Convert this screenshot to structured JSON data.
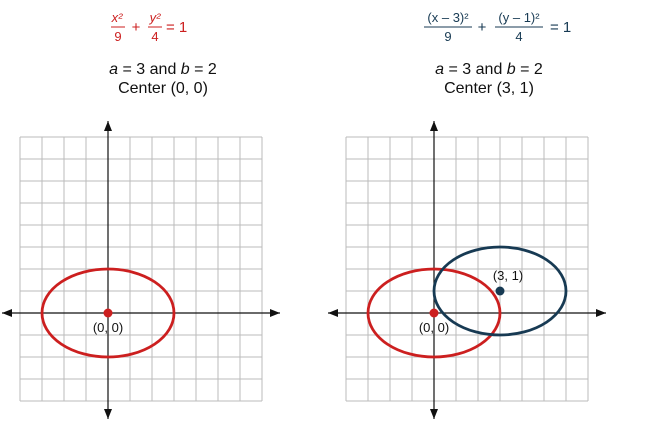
{
  "colors": {
    "red": "#cc1f1f",
    "navy": "#173a53",
    "grid": "#bbbbbb",
    "axis": "#111111"
  },
  "left": {
    "equation": {
      "term1_num": "x²",
      "term1_den": "9",
      "plus": "+",
      "term2_num": "y²",
      "term2_den": "4",
      "equals": "= 1"
    },
    "ab_text": {
      "a": "a",
      "eq1": " = 3 and ",
      "b": "b",
      "eq2": " = 2"
    },
    "center_text": "Center  (0, 0)",
    "point_label": "(0, 0)"
  },
  "right": {
    "equation": {
      "term1_num": "(x – 3)²",
      "term1_den": "9",
      "plus": "+",
      "term2_num": "(y – 1)²",
      "term2_den": "4",
      "equals": "= 1"
    },
    "ab_text": {
      "a": "a",
      "eq1": " = 3 and ",
      "b": "b",
      "eq2": " = 2"
    },
    "center_text": "Center  (3, 1)",
    "origin_label": "(0, 0)",
    "point_label": "(3, 1)"
  },
  "chart_data": [
    {
      "type": "diagram",
      "grid": true,
      "xlim": [
        -4,
        7
      ],
      "ylim": [
        -4,
        8
      ],
      "ellipses": [
        {
          "h": 0,
          "k": 0,
          "a": 3,
          "b": 2,
          "color": "#cc1f1f"
        }
      ],
      "points": [
        {
          "x": 0,
          "y": 0,
          "label": "(0, 0)",
          "color": "#cc1f1f"
        }
      ]
    },
    {
      "type": "diagram",
      "grid": true,
      "xlim": [
        -4,
        7
      ],
      "ylim": [
        -4,
        8
      ],
      "ellipses": [
        {
          "h": 0,
          "k": 0,
          "a": 3,
          "b": 2,
          "color": "#cc1f1f"
        },
        {
          "h": 3,
          "k": 1,
          "a": 3,
          "b": 2,
          "color": "#173a53"
        }
      ],
      "points": [
        {
          "x": 0,
          "y": 0,
          "label": "(0, 0)",
          "color": "#cc1f1f"
        },
        {
          "x": 3,
          "y": 1,
          "label": "(3, 1)",
          "color": "#173a53"
        }
      ]
    }
  ]
}
